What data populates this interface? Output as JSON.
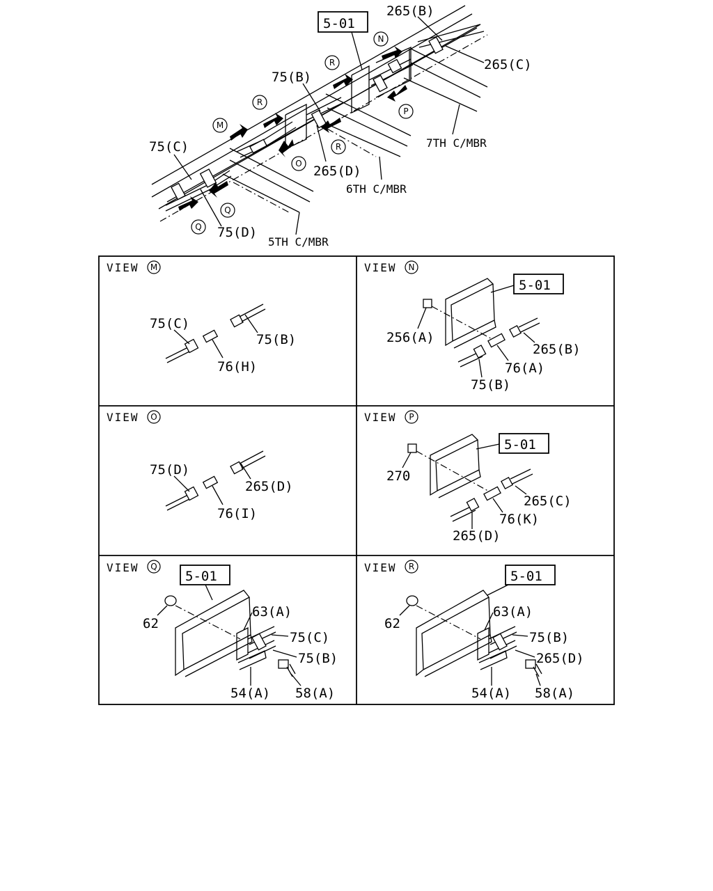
{
  "main": {
    "ref": "5-01",
    "labels": {
      "b265": "265(B)",
      "c265": "265(C)",
      "b75": "75(B)",
      "c75": "75(C)",
      "d75": "75(D)",
      "d265": "265(D)",
      "m7": "7TH C/MBR",
      "m6": "6TH C/MBR",
      "m5": "5TH C/MBR"
    },
    "markers": {
      "M": "M",
      "N": "N",
      "O": "O",
      "P": "P",
      "Q": "Q",
      "R": "R"
    }
  },
  "views": {
    "view_word": "VIEW",
    "m": {
      "letter": "M",
      "c75": "75(C)",
      "b75": "75(B)",
      "h76": "76(H)"
    },
    "n": {
      "letter": "N",
      "ref": "5-01",
      "a256": "256(A)",
      "b265": "265(B)",
      "a76": "76(A)",
      "b75": "75(B)"
    },
    "o": {
      "letter": "O",
      "d75": "75(D)",
      "d265": "265(D)",
      "i76": "76(I)"
    },
    "p": {
      "letter": "P",
      "ref": "5-01",
      "n270": "270",
      "c265": "265(C)",
      "k76": "76(K)",
      "d265": "265(D)"
    },
    "q": {
      "letter": "Q",
      "ref": "5-01",
      "n62": "62",
      "a63": "63(A)",
      "c75": "75(C)",
      "b75": "75(B)",
      "a54": "54(A)",
      "a58": "58(A)"
    },
    "r": {
      "letter": "R",
      "ref": "5-01",
      "n62": "62",
      "a63": "63(A)",
      "b75": "75(B)",
      "d265": "265(D)",
      "a54": "54(A)",
      "a58": "58(A)"
    }
  }
}
